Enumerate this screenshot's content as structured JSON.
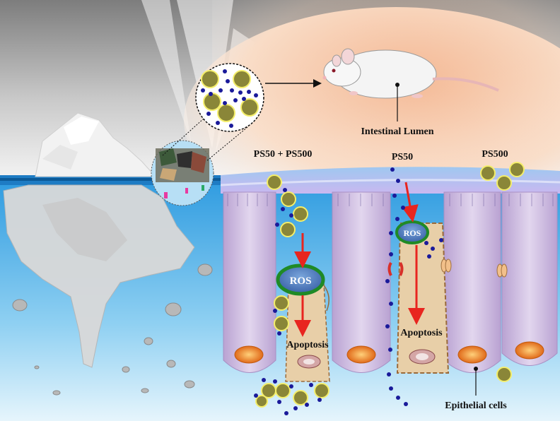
{
  "labels": {
    "intestinal_lumen": "Intestinal Lumen",
    "group_mixed": "PS50 + PS500",
    "group_ps50": "PS50",
    "group_ps500": "PS500",
    "ros_left": "ROS",
    "ros_mid": "ROS",
    "apoptosis_left": "Apoptosis",
    "apoptosis_mid": "Apoptosis",
    "epithelial_cells": "Epithelial cells"
  },
  "colors": {
    "ps500_particle": "#8a8638",
    "ps500_border": "#f4ee6a",
    "ps50_particle": "#1a1a9a",
    "ros_ring": "#1f8a26",
    "ros_fill": "#4a78b8",
    "arrow_red": "#e8251f",
    "cell_purple": "#cbb8de",
    "damaged_cell": "#e8cfa8",
    "nucleus": "#e8822a",
    "ocean": "#48aee6",
    "lumen_glow": "#f6c9a6"
  },
  "icons": [
    "iceberg",
    "mouse",
    "microplastic-sample",
    "magnifier-circle"
  ]
}
